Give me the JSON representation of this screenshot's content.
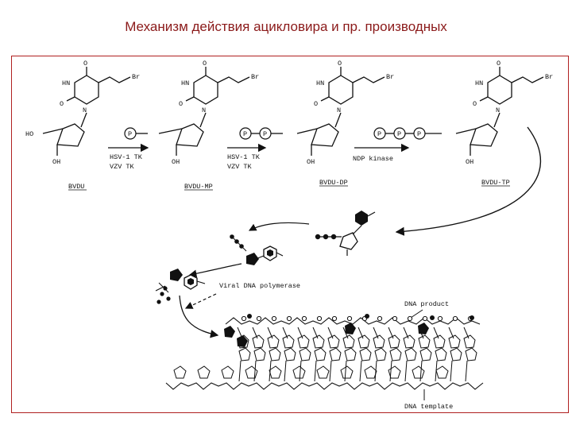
{
  "title": "Механизм действия ацикловира и пр. производных",
  "compounds": [
    {
      "name": "BVDU",
      "left_group": "HO",
      "phosphates": []
    },
    {
      "name": "BVDU-MP",
      "left_group": "",
      "phosphates": [
        "P"
      ]
    },
    {
      "name": "BVDU-DP",
      "left_group": "",
      "phosphates": [
        "P",
        "P"
      ]
    },
    {
      "name": "BVDU-TP",
      "left_group": "",
      "phosphates": [
        "P",
        "P",
        "P"
      ]
    }
  ],
  "atoms": {
    "nh": "HN",
    "o": "O",
    "n": "N",
    "br": "Br",
    "oh": "OH"
  },
  "arrows": [
    {
      "line1": "HSV-1  TK",
      "line2": "VZV    TK"
    },
    {
      "line1": "HSV-1  TK",
      "line2": "VZV    TK"
    },
    {
      "line1": "NDP kinase",
      "line2": ""
    }
  ],
  "polymerase_label": "Viral DNA polymerase",
  "product_label": "DNA product",
  "template_label": "DNA template",
  "colors": {
    "title": "#8b1a1a",
    "frame": "#b02020",
    "ink": "#111111"
  }
}
